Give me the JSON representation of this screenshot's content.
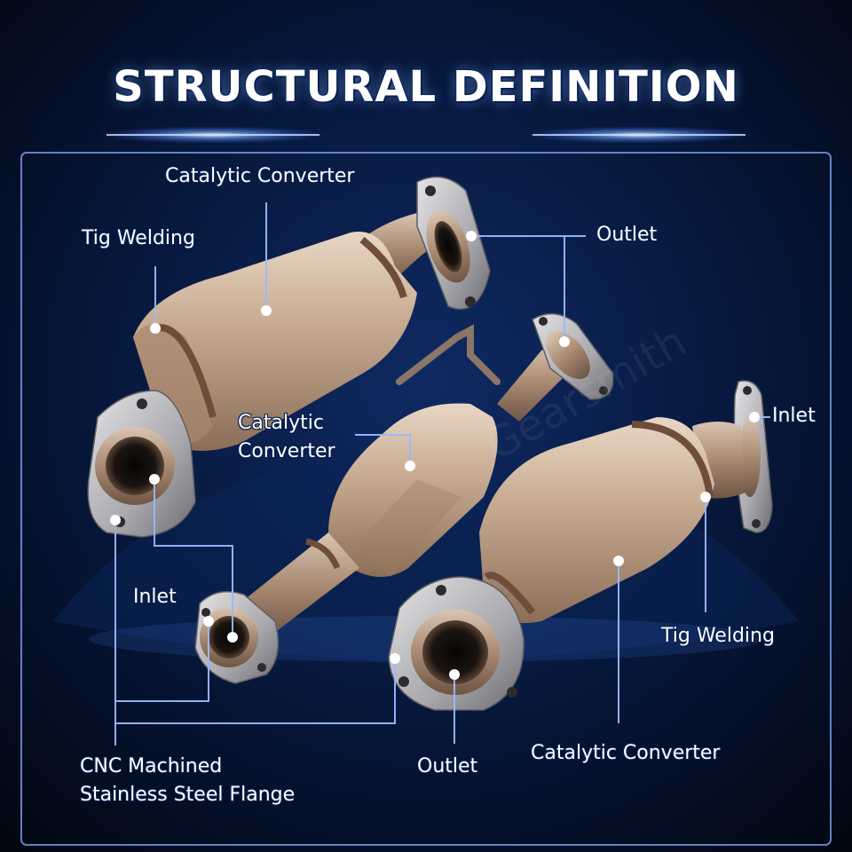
{
  "title": "STRUCTURAL DEFINITION",
  "colors": {
    "background": "#030a1c",
    "panel_border": "#6f8fd6",
    "leader_line": "#9ab8ff",
    "glow": "#4f8cff",
    "pipe_steel": "#c9b7a4",
    "flange_steel": "#b9b9bd"
  },
  "labels": {
    "cat_top": "Catalytic Converter",
    "tig_left": "Tig Welding",
    "outlet_top": "Outlet",
    "cat_mid_line1": "Catalytic",
    "cat_mid_line2": "Converter",
    "inlet_right": "Inlet",
    "inlet_left": "Inlet",
    "tig_right": "Tig Welding",
    "cnc_line1": "CNC Machined",
    "cnc_line2": "Stainless Steel Flange",
    "outlet_bottom": "Outlet",
    "cat_bottom": "Catalytic Converter"
  },
  "watermark": "Gearsmith"
}
